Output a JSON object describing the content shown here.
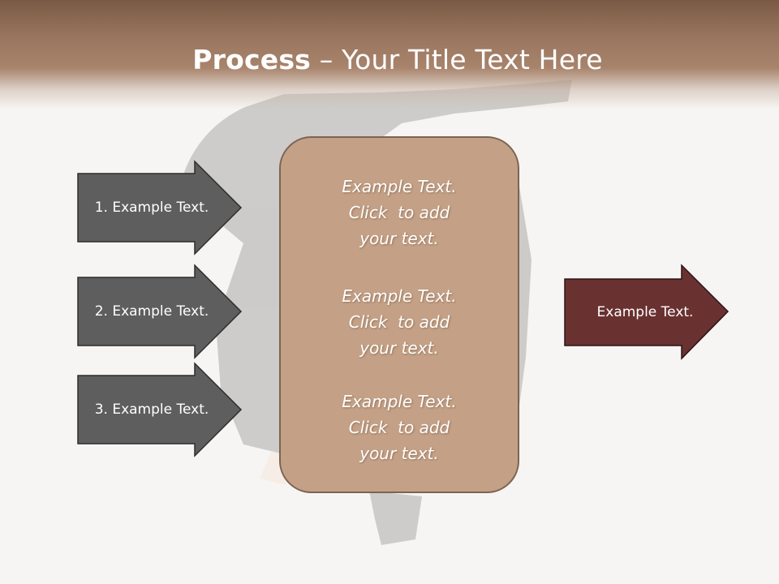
{
  "title": {
    "bold": "Process",
    "rest": " – Your Title Text Here"
  },
  "input_arrows": [
    {
      "label": "1. Example Text."
    },
    {
      "label": "2. Example Text."
    },
    {
      "label": "3. Example Text."
    }
  ],
  "center_box": {
    "blocks": [
      {
        "lines": [
          "Example Text.",
          "Click  to add",
          "your text."
        ]
      },
      {
        "lines": [
          "Example Text.",
          "Click  to add",
          "your text."
        ]
      },
      {
        "lines": [
          "Example Text.",
          "Click  to add",
          "your text."
        ]
      }
    ]
  },
  "output_arrow": {
    "label": "Example Text."
  },
  "colors": {
    "input_arrow_fill": "#5e5e5e",
    "output_arrow_fill": "#6a3131",
    "center_box_fill": "#c4a186",
    "header": "#8a6a54"
  }
}
